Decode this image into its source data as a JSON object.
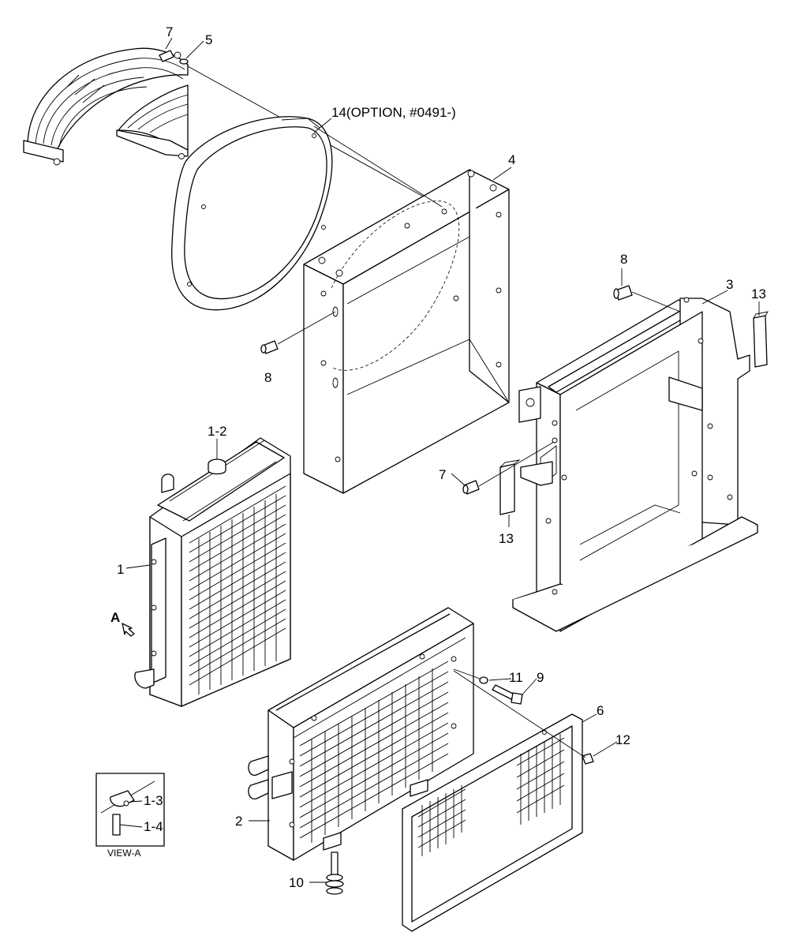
{
  "callouts": {
    "c7_top": "7",
    "c5": "5",
    "c14": "14(OPTION, #0491-)",
    "c4": "4",
    "c8_left": "8",
    "c8_right": "8",
    "c3": "3",
    "c13_right": "13",
    "c1_2": "1-2",
    "c1": "1",
    "cA": "A",
    "c7_mid": "7",
    "c13_mid": "13",
    "c11": "11",
    "c9": "9",
    "c6": "6",
    "c12": "12",
    "c2": "2",
    "c10": "10",
    "c1_3": "1-3",
    "c1_4": "1-4",
    "view_a": "VIEW-A"
  }
}
